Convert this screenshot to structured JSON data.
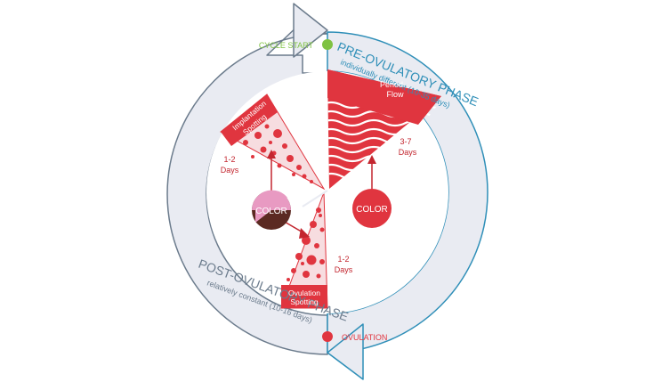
{
  "labels": {
    "cycle_start": "CYCLE START",
    "ovulation": "OVULATION",
    "pre_title": "PRE-OVULATORY PHASE",
    "pre_sub": "individually different (10-35 days)",
    "post_title": "POST-OVULATORY PHASE",
    "post_sub": "relatively constant (10-16 days)",
    "period_line1": "Period",
    "period_line2": "Flow",
    "period_days1": "3-7",
    "period_days2": "Days",
    "implant_line1": "Implantation",
    "implant_line2": "Spotting",
    "implant_days1": "1-2",
    "implant_days2": "Days",
    "ovul_line1": "Ovulation",
    "ovul_line2": "Spotting",
    "ovul_days1": "1-2",
    "ovul_days2": "Days",
    "color_left": "COLOR",
    "color_right": "COLOR"
  },
  "colors": {
    "pre_blue": "#2f8fb8",
    "post_gray": "#6b7b8c",
    "arrow_fill": "#e9ebf2",
    "red": "#e0353f",
    "dark_red": "#c3262f",
    "pink_fill": "#f7dde0",
    "green_dot": "#7fc242",
    "pink_color": "#e89ac2",
    "brown_color": "#5b2a22"
  }
}
